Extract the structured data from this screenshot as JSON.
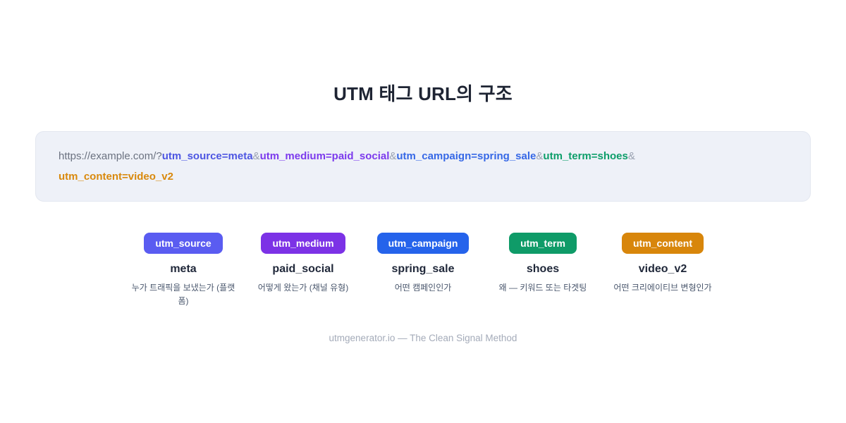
{
  "title": "UTM 태그 URL의 구조",
  "url_bar": {
    "prefix": "https://example.com/?",
    "separator": "&",
    "segments": [
      {
        "text": "utm_source=meta",
        "color": "#4d56e2"
      },
      {
        "text": "utm_medium=paid_social",
        "color": "#7c3aed"
      },
      {
        "text": "utm_campaign=spring_sale",
        "color": "#3668e6"
      },
      {
        "text": "utm_term=shoes",
        "color": "#0d9e6a"
      },
      {
        "text": "utm_content=video_v2",
        "color": "#d9890d"
      }
    ]
  },
  "params": [
    {
      "badge": "utm_source",
      "badge_color": "#5a5cf1",
      "value": "meta",
      "description": "누가 트래픽을 보냈는가 (플랫폼)"
    },
    {
      "badge": "utm_medium",
      "badge_color": "#7c32e6",
      "value": "paid_social",
      "description": "어떻게 왔는가 (채널 유형)"
    },
    {
      "badge": "utm_campaign",
      "badge_color": "#2563eb",
      "value": "spring_sale",
      "description": "어떤 캠페인인가"
    },
    {
      "badge": "utm_term",
      "badge_color": "#0f9b68",
      "value": "shoes",
      "description": "왜 — 키워드 또는 타겟팅"
    },
    {
      "badge": "utm_content",
      "badge_color": "#d8860b",
      "value": "video_v2",
      "description": "어떤 크리에이티브 변형인가"
    }
  ],
  "footer": "utmgenerator.io — The Clean Signal Method"
}
